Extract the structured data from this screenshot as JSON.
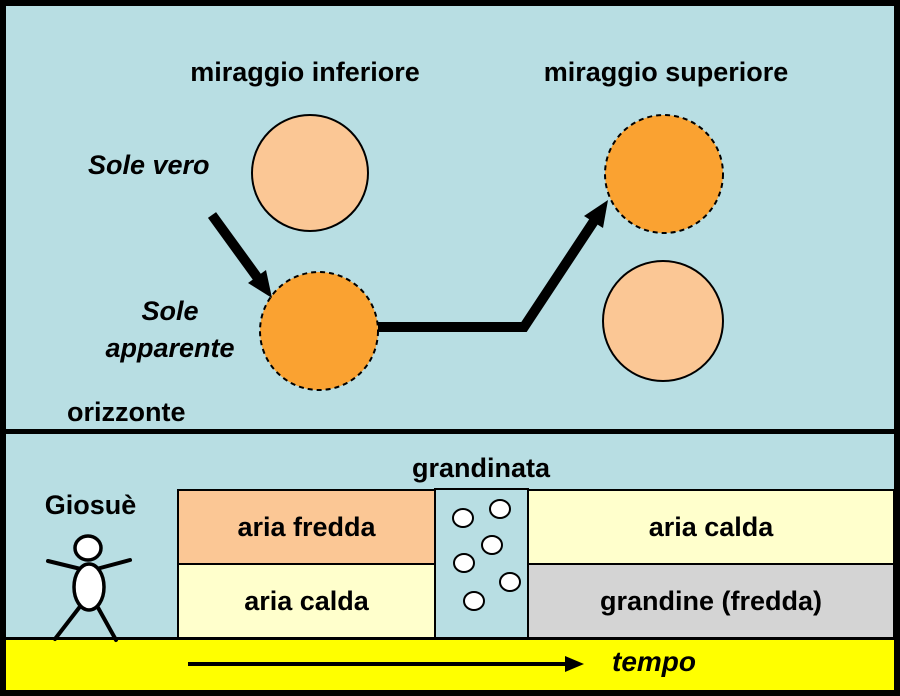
{
  "labels": {
    "miraggio_inferiore": "miraggio inferiore",
    "miraggio_superiore": "miraggio superiore",
    "sole_vero": "Sole vero",
    "sole_apparente_line1": "Sole",
    "sole_apparente_line2": "apparente",
    "orizzonte": "orizzonte",
    "grandinata": "grandinata",
    "giosue": "Giosuè",
    "tempo": "tempo"
  },
  "layers": {
    "left_top": "aria fredda",
    "left_bottom": "aria calda",
    "right_top": "aria calda",
    "right_bottom": "grandine (fredda)"
  },
  "colors": {
    "background": "#B8DEE3",
    "sun_true_fill": "#FBC795",
    "sun_apparent_fill": "#FAA231",
    "cold_air_fill": "#FBC795",
    "warm_air_fill": "#FFFFCC",
    "hail_layer_fill": "#D4D4D4",
    "hail_column_fill": "#B8DEE3",
    "hailstone_fill": "#FFFFFF",
    "time_bar_fill": "#FFFF00",
    "line_color": "#000000"
  }
}
